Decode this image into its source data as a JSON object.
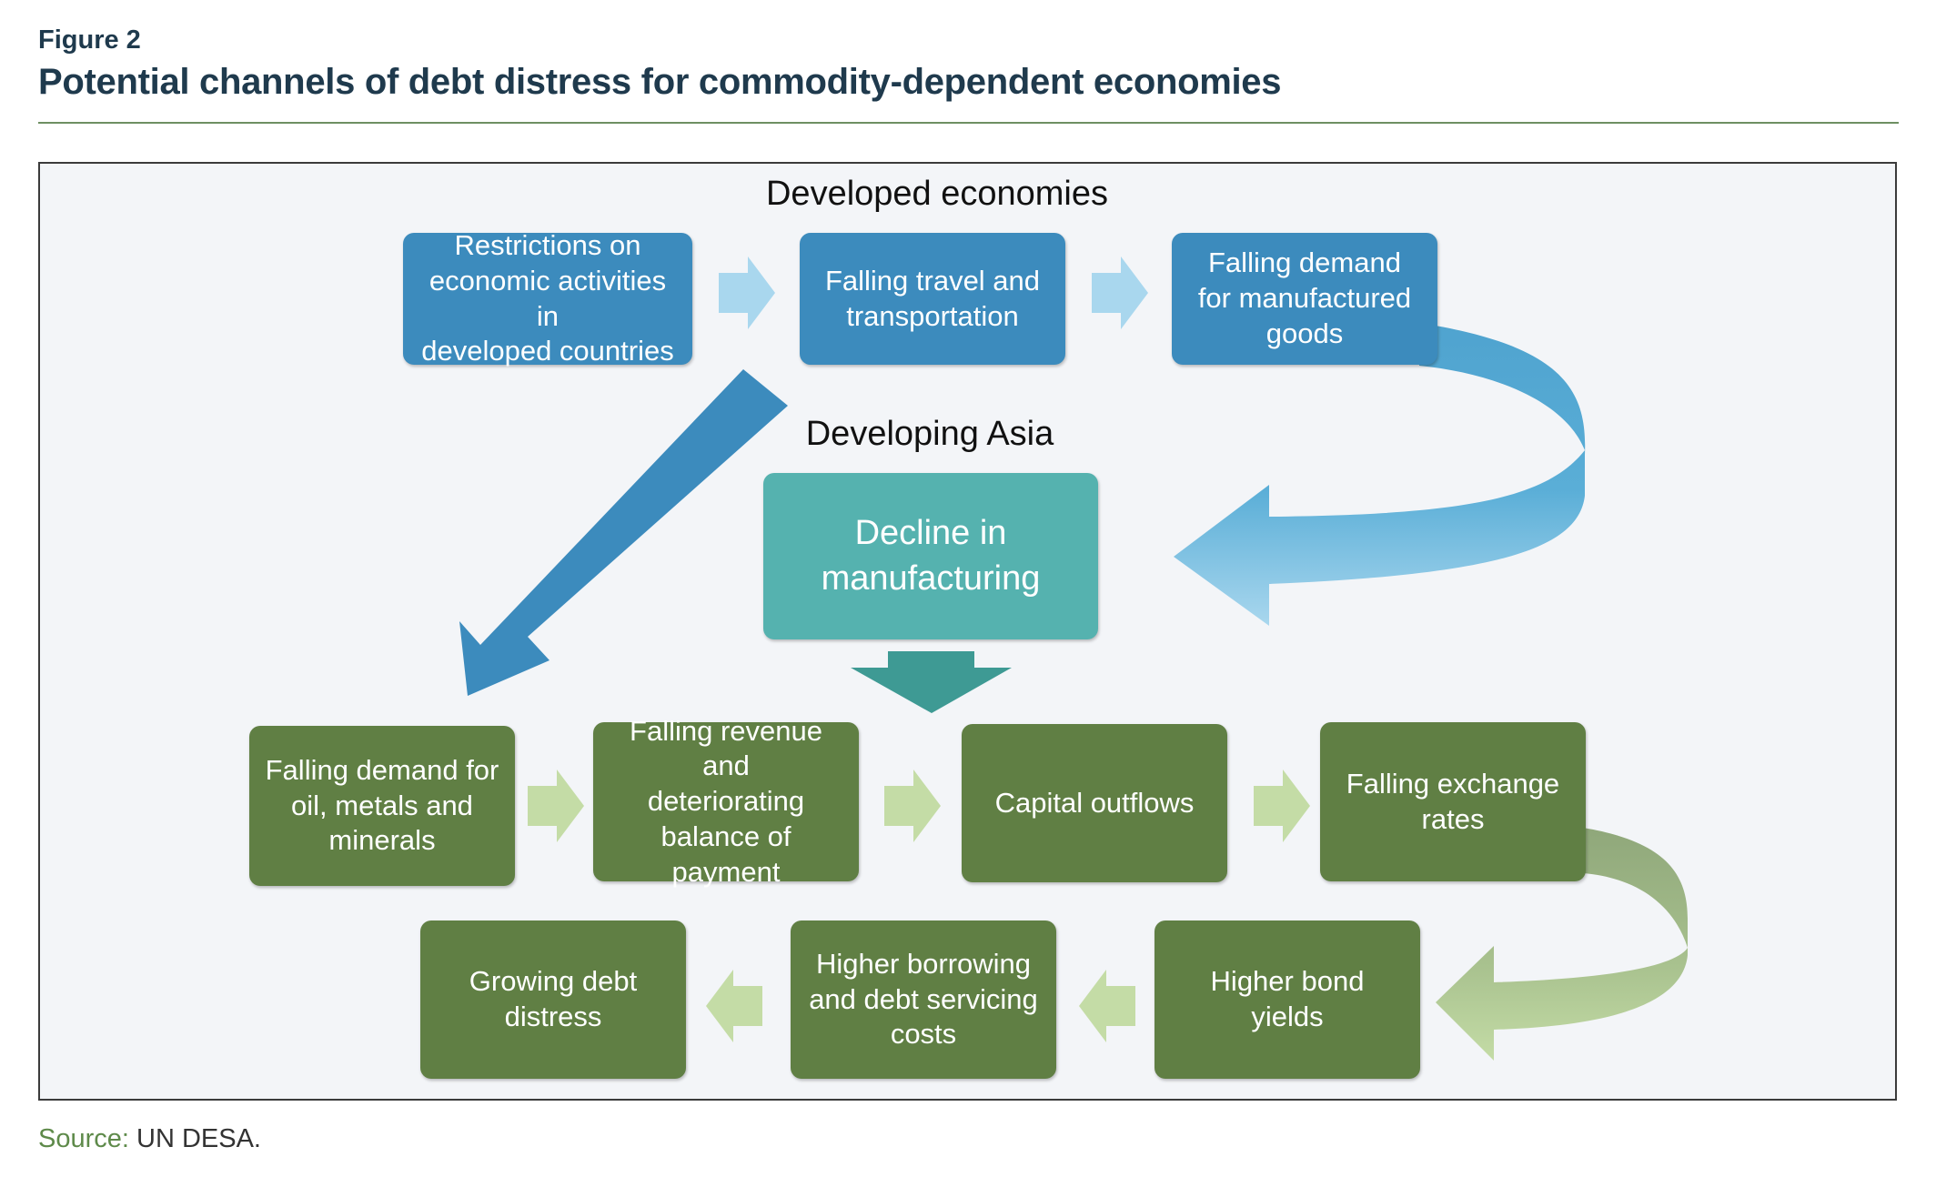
{
  "figure": {
    "label": "Figure 2",
    "title": "Potential channels of debt distress for commodity-dependent economies"
  },
  "sections": {
    "developed": "Developed economies",
    "developing": "Developing Asia"
  },
  "nodes": {
    "restrictions": "Restrictions on\neconomic activities in\ndeveloped countries",
    "travel": "Falling travel and\ntransportation",
    "manufactured_demand": "Falling demand\nfor manufactured\ngoods",
    "manufacturing_decline": "Decline in\nmanufacturing",
    "commodity_demand": "Falling demand for\noil, metals and\nminerals",
    "revenue": "Falling revenue and\ndeteriorating\nbalance of\npayment",
    "capital_outflows": "Capital outflows",
    "exchange_rates": "Falling exchange\nrates",
    "bond_yields": "Higher bond\nyields",
    "borrowing": "Higher borrowing\nand debt servicing\ncosts",
    "debt_distress": "Growing debt\ndistress"
  },
  "colors": {
    "developed_box": "#3c8bbd",
    "manufacturing_box": "#55b2af",
    "developing_box": "#607f44",
    "light_blue_arrow": "#a9d7ee",
    "light_green_arrow": "#c4dca6",
    "teal_arrow": "#3e9a94"
  },
  "source": {
    "label": "Source:",
    "text": "UN DESA."
  }
}
